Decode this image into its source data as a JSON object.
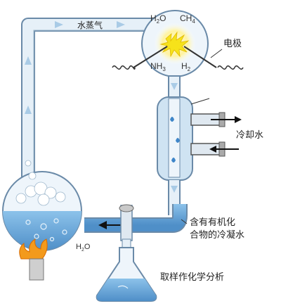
{
  "labels": {
    "vapor": "水蒸气",
    "electrode": "电极",
    "cooling_water": "冷却水",
    "condensate_line1": "含有有机化",
    "condensate_line2": "合物的冷凝水",
    "sampling": "取样作化学分析"
  },
  "chem": {
    "h2o_top": "H",
    "h2o_top_sub": "2",
    "h2o_top_o": "O",
    "ch4": "CH",
    "ch4_sub": "4",
    "nh3": "NH",
    "nh3_sub": "3",
    "h2": "H",
    "h2_sub": "2",
    "h2o_flask": "H",
    "h2o_flask_sub": "2",
    "h2o_flask_o": "O"
  },
  "colors": {
    "glass": "#cfe3f2",
    "glass_edge": "#6a8aa8",
    "water": "#5fa0d6",
    "spark": "#f6e21a",
    "flame": "#f39a1c",
    "arrow": "#111111"
  }
}
